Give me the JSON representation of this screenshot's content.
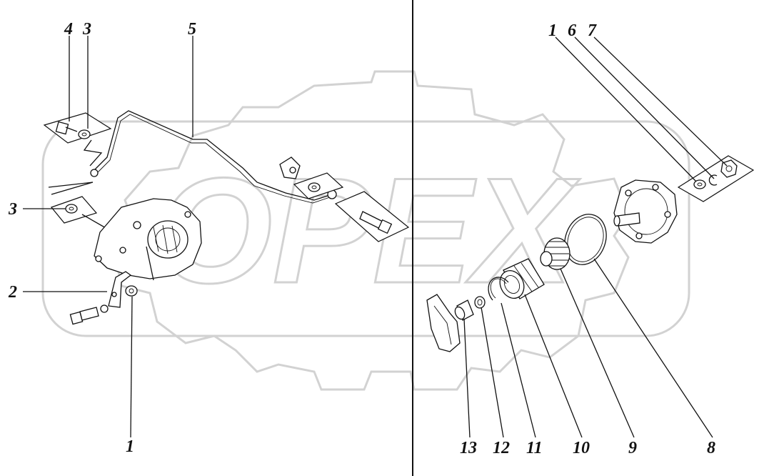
{
  "colors": {
    "line": "#111111",
    "watermark": "#d2d2d2",
    "background": "#ffffff"
  },
  "watermark": {
    "text": "OPEX"
  },
  "callouts": {
    "left": {
      "c4": "4",
      "c3_top": "3",
      "c5": "5",
      "c3_left": "3",
      "c2": "2",
      "c1": "1"
    },
    "right": {
      "c1": "1",
      "c6": "6",
      "c7": "7",
      "c13": "13",
      "c12": "12",
      "c11": "11",
      "c10": "10",
      "c9": "9",
      "c8": "8"
    }
  }
}
